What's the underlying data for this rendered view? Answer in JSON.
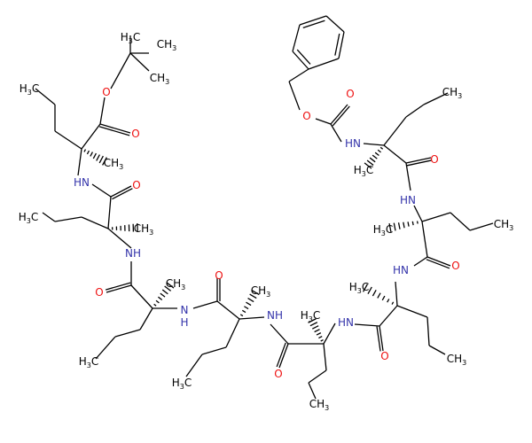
{
  "colors": {
    "bond": "#000000",
    "nitrogen": "#3333aa",
    "oxygen": "#ee1111",
    "carbon": "#000000",
    "background": "#ffffff"
  },
  "labels": {
    "O": "O",
    "NH": "NH",
    "HN": "HN",
    "N": "N",
    "H": "H",
    "CH3": "CH3",
    "H3C": "H3C"
  }
}
